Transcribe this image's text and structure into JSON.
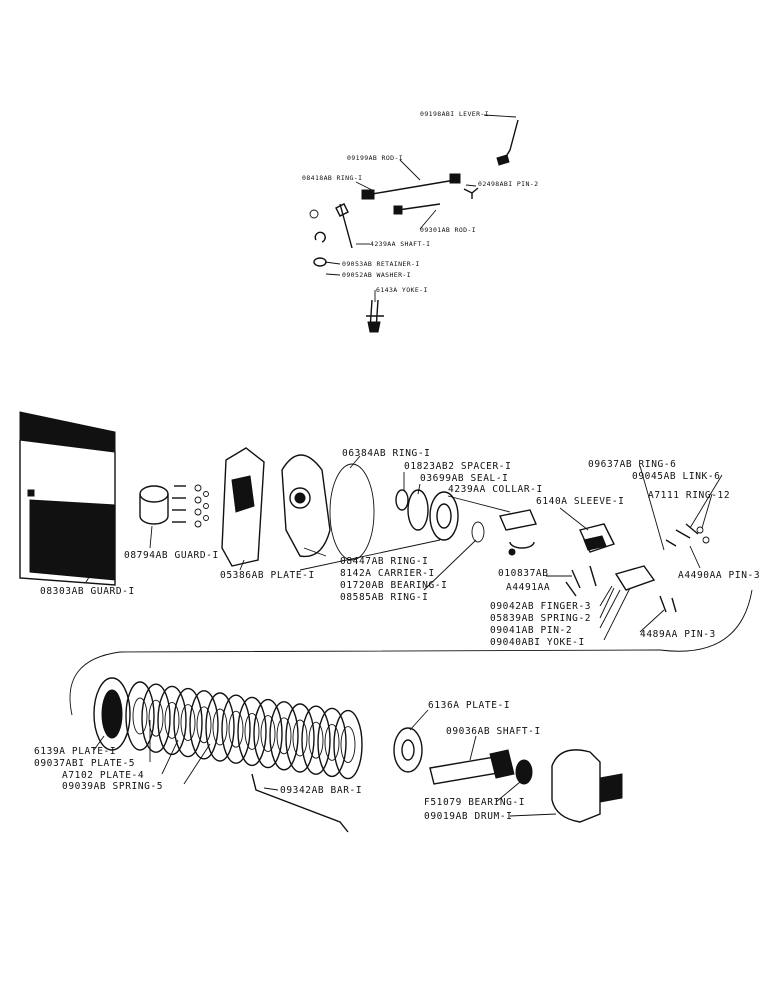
{
  "labels": {
    "lever": "09198ABI LEVER-I",
    "rod_09199": "09199AB ROD-I",
    "ring_08418": "08418AB RING-I",
    "pin_02498": "02498ABI PIN-2",
    "rod_09301": "09301AB ROD-I",
    "shaft_4239": "4239AA SHAFT-I",
    "retainer": "09053AB RETAINER-I",
    "washer": "09052AB WASHER-I",
    "yoke_6143": "6143A YOKE-I",
    "ring_06384": "06384AB RING-I",
    "spacer": "01823AB2 SPACER-I",
    "seal": "03699AB SEAL-I",
    "collar": "4239AA COLLAR-I",
    "sleeve": "6140A SLEEVE-I",
    "ring_09637": "09637AB RING-6",
    "link": "09045AB LINK-6",
    "ring_a7111": "A7111 RING-12",
    "guard_08794": "08794AB GUARD-I",
    "plate_05386": "05386AB PLATE-I",
    "ring_08447": "08447AB RING-I",
    "carrier": "8142A CARRIER-I",
    "bearing_01720": "01720AB BEARING-I",
    "ring_08585": "08585AB RING-I",
    "part_010837": "010837AB",
    "part_a4491": "A4491AA",
    "pin_a4490": "A4490AA PIN-3",
    "guard_08303": "08303AB GUARD-I",
    "finger": "09042AB FINGER-3",
    "spring_05839": "05839AB SPRING-2",
    "pin_09041": "09041AB PIN-2",
    "yoke_09040": "09040ABI YOKE-I",
    "pin_4489": "4489AA PIN-3",
    "plate_6136": "6136A PLATE-I",
    "shaft_09036": "09036AB SHAFT-I",
    "plate_6139": "6139A PLATE-I",
    "plate_09037": "09037ABI PLATE-5",
    "plate_a7102": "A7102 PLATE-4",
    "spring_09039": "09039AB SPRING-5",
    "bar": "09342AB BAR-I",
    "bearing_f51079": "F51079 BEARING-I",
    "drum": "09019AB DRUM-I"
  }
}
